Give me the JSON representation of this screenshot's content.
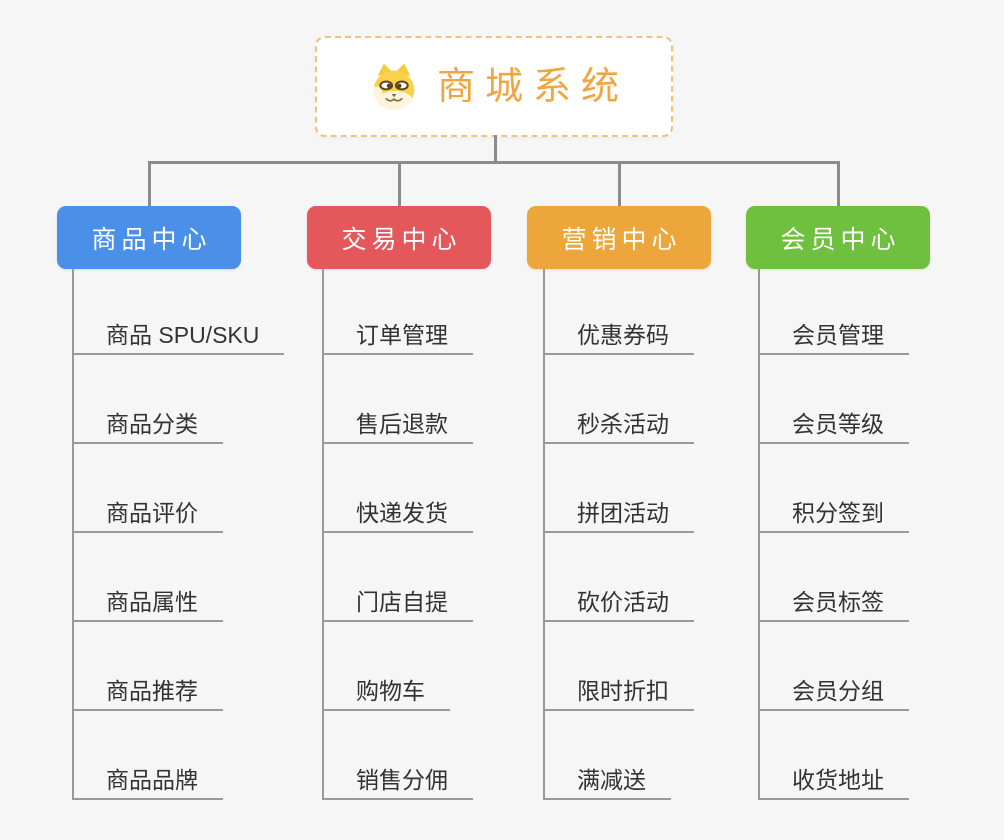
{
  "canvas": {
    "background": "#f6f6f6"
  },
  "root": {
    "title": "商城系统",
    "icon": "shiba-dog-icon",
    "text_color": "#f0a541",
    "border_color": "#f1c27d",
    "background": "#ffffff"
  },
  "connectors": {
    "branch_line_color": "#8c8c8c",
    "leaf_line_color": "#97999b"
  },
  "branches": [
    {
      "label": "商品中心",
      "color": "#4a90e8",
      "children": [
        "商品 SPU/SKU",
        "商品分类",
        "商品评价",
        "商品属性",
        "商品推荐",
        "商品品牌"
      ]
    },
    {
      "label": "交易中心",
      "color": "#e4585b",
      "children": [
        "订单管理",
        "售后退款",
        "快递发货",
        "门店自提",
        "购物车",
        "销售分佣"
      ]
    },
    {
      "label": "营销中心",
      "color": "#eca63c",
      "children": [
        "优惠券码",
        "秒杀活动",
        "拼团活动",
        "砍价活动",
        "限时折扣",
        "满减送"
      ]
    },
    {
      "label": "会员中心",
      "color": "#6ec03e",
      "children": [
        "会员管理",
        "会员等级",
        "积分签到",
        "会员标签",
        "会员分组",
        "收货地址"
      ]
    }
  ]
}
